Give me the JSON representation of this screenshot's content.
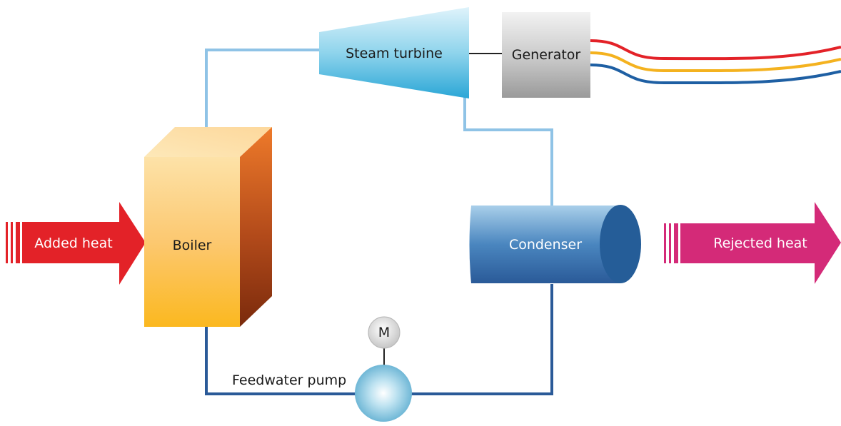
{
  "labels": {
    "added_heat": "Added heat",
    "boiler": "Boiler",
    "steam_turbine": "Steam turbine",
    "generator": "Generator",
    "condenser": "Condenser",
    "rejected_heat": "Rejected heat",
    "motor": "M",
    "feedwater_pump": "Feedwater pump"
  },
  "colors": {
    "steam_pipe": "#8fc3e6",
    "water_pipe": "#2a5a98",
    "added_heat_arrow": "#e32228",
    "rejected_heat_arrow": "#d42a78",
    "power_line_red": "#e32228",
    "power_line_yellow": "#f4b21f",
    "power_line_blue": "#1e5fa3"
  }
}
